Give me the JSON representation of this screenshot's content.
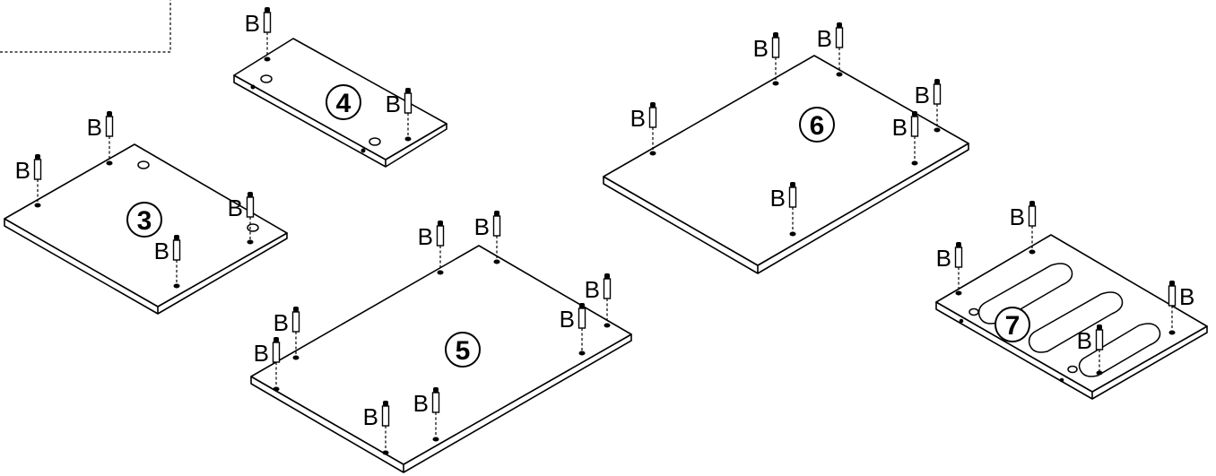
{
  "pin_label": "B",
  "panels": [
    {
      "id": "panel-3",
      "number": "3"
    },
    {
      "id": "panel-4",
      "number": "4"
    },
    {
      "id": "panel-5",
      "number": "5"
    },
    {
      "id": "panel-6",
      "number": "6"
    },
    {
      "id": "panel-7",
      "number": "7"
    }
  ]
}
